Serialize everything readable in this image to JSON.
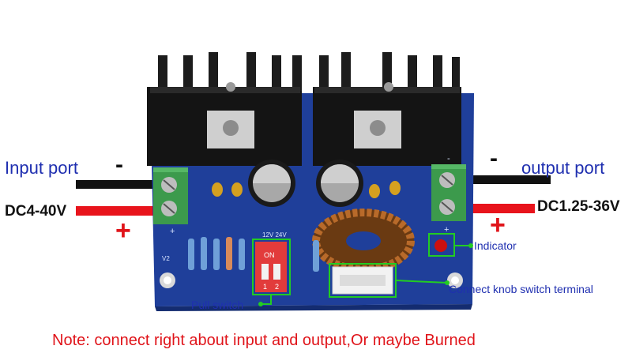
{
  "labels": {
    "input_port": "Input port",
    "output_port": "output port",
    "input_voltage": "DC4-40V",
    "output_voltage": "DC1.25-36V",
    "minus": "-",
    "plus": "+",
    "indicator": "Indicator",
    "connect_knob": "Connect knob switch terminal",
    "pull_switch": "Pull switch",
    "note": "Note: connect right about input and output,Or maybe Burned"
  },
  "board_silkscreen": {
    "switch_voltages": "12V 24V",
    "switch_on": "ON",
    "switch_pos_1": "1",
    "switch_pos_2": "2",
    "v2": "V2",
    "plus_mark": "+",
    "minus_mark": "-"
  },
  "colors": {
    "pcb": "#1f3f9a",
    "heatsink": "#141414",
    "terminal_block": "#3c9a4c",
    "wire_red": "#e8141c",
    "wire_black": "#111111",
    "label_blue": "#1f2fb0",
    "note_red": "#e0141a",
    "callout_green": "#22cc22",
    "dip_switch": "#e23b3b",
    "inductor_copper": "#b86a2a"
  }
}
